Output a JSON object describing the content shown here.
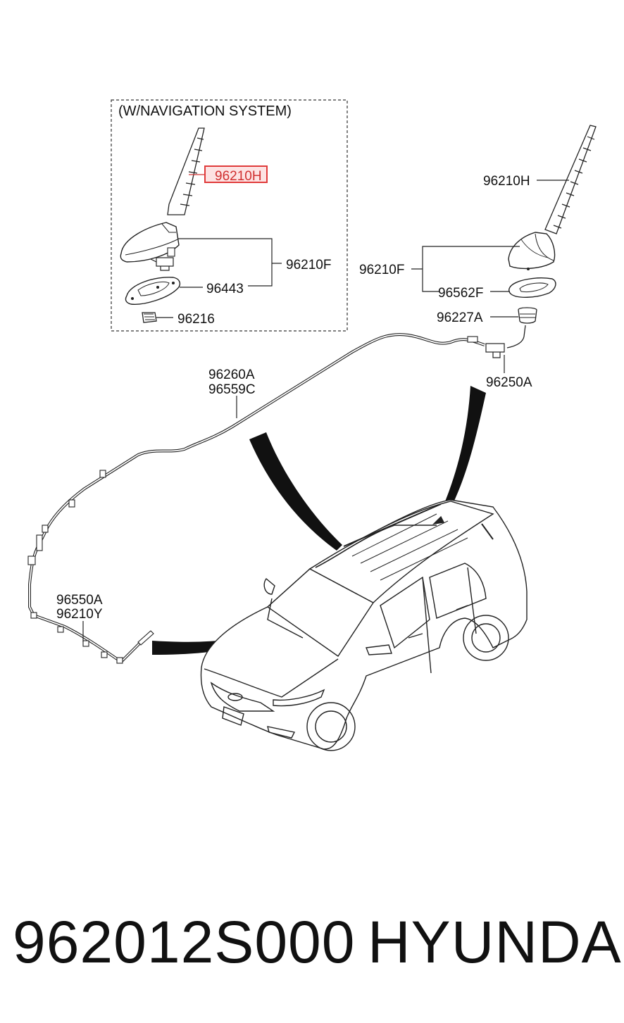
{
  "nav_box": {
    "title": "(W/NAVIGATION SYSTEM)"
  },
  "labels": {
    "nav_mast": "96210H",
    "nav_base": "96210F",
    "nav_pad": "96443",
    "nav_nut": "96216",
    "std_mast": "96210H",
    "std_base": "96210F",
    "std_pad": "96562F",
    "std_nut": "96227A",
    "std_cable": "96250A",
    "main_cable_1": "96260A",
    "main_cable_2": "96559C",
    "front_cable_1": "96550A",
    "front_cable_2": "96210Y"
  },
  "highlight_color": "#e03a3a",
  "highlight_fill": "#fde3e3",
  "footer": {
    "part_number": "962012S000",
    "brand": "HYUNDAI"
  }
}
